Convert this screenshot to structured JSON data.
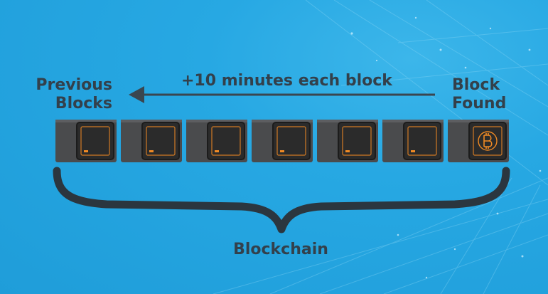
{
  "labels": {
    "previous_line1": "Previous",
    "previous_line2": "Blocks",
    "arrow_text": "+10 minutes each block",
    "found_line1": "Block",
    "found_line2": "Found",
    "chain": "Blockchain"
  },
  "blocks": [
    {
      "kind": "plain"
    },
    {
      "kind": "plain"
    },
    {
      "kind": "plain"
    },
    {
      "kind": "plain"
    },
    {
      "kind": "plain"
    },
    {
      "kind": "plain"
    },
    {
      "kind": "bitcoin",
      "icon": "bitcoin-icon"
    }
  ],
  "colors": {
    "background": "#27a8e3",
    "text": "#33404b",
    "block_body": "#4a4b4d",
    "block_face": "#2b2b2b",
    "accent": "#f08a24"
  }
}
